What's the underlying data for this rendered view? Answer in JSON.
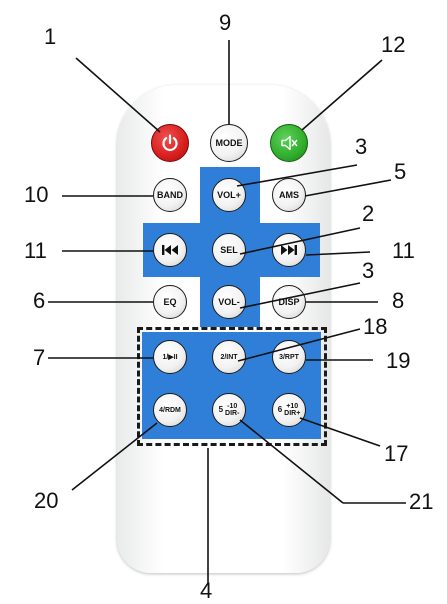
{
  "buttons": {
    "power": {
      "icon": "power-icon"
    },
    "mode": {
      "label": "MODE"
    },
    "mute": {
      "icon": "speaker-mute-icon"
    },
    "band": {
      "label": "BAND"
    },
    "vol_up": {
      "label": "VOL+"
    },
    "ams": {
      "label": "AMS"
    },
    "prev": {
      "icon": "skip-back-icon"
    },
    "sel": {
      "label": "SEL"
    },
    "next": {
      "icon": "skip-forward-icon"
    },
    "eq": {
      "label": "EQ"
    },
    "vol_down": {
      "label": "VOL-"
    },
    "disp": {
      "label": "DISP"
    },
    "btn1": {
      "label": "1/▶II"
    },
    "btn2": {
      "label": "2/INT"
    },
    "btn3": {
      "label": "3/RPT"
    },
    "btn4": {
      "label": "4/RDM"
    },
    "btn5": {
      "digit": "5",
      "top": "-10",
      "bottom": "DIR-"
    },
    "btn6": {
      "digit": "6",
      "top": "+10",
      "bottom": "DIR+"
    }
  },
  "callouts": {
    "c1": "1",
    "c9": "9",
    "c12": "12",
    "c3a": "3",
    "c10": "10",
    "c5": "5",
    "c2": "2",
    "c11a": "11",
    "c11b": "11",
    "c3b": "3",
    "c6": "6",
    "c8": "8",
    "c18": "18",
    "c7": "7",
    "c19": "19",
    "c17": "17",
    "c20": "20",
    "c21": "21",
    "c4": "4"
  },
  "colors": {
    "panel_blue": "#2f7fd8",
    "power_red": "#d81e1e",
    "mute_green": "#2fae2c"
  }
}
